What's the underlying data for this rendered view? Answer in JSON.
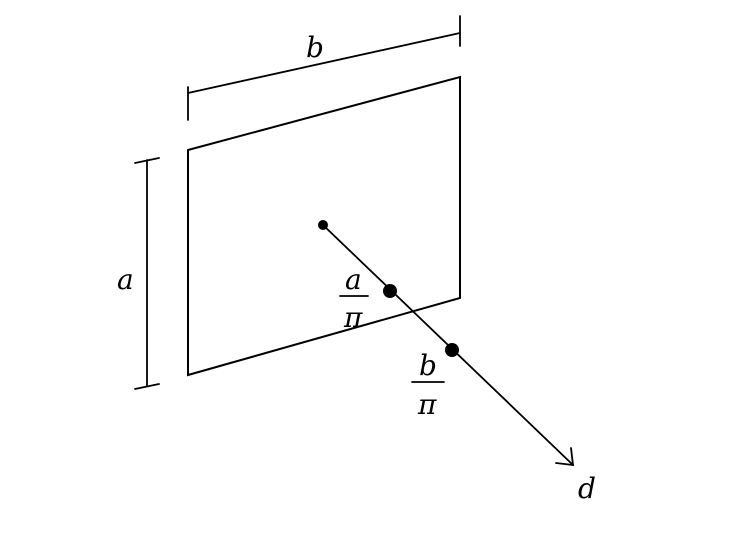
{
  "labels": {
    "width": "b",
    "height": "a",
    "distance_axis": "d",
    "point_a_numerator": "a",
    "point_a_denominator": "π",
    "point_b_numerator": "b",
    "point_b_denominator": "π"
  }
}
